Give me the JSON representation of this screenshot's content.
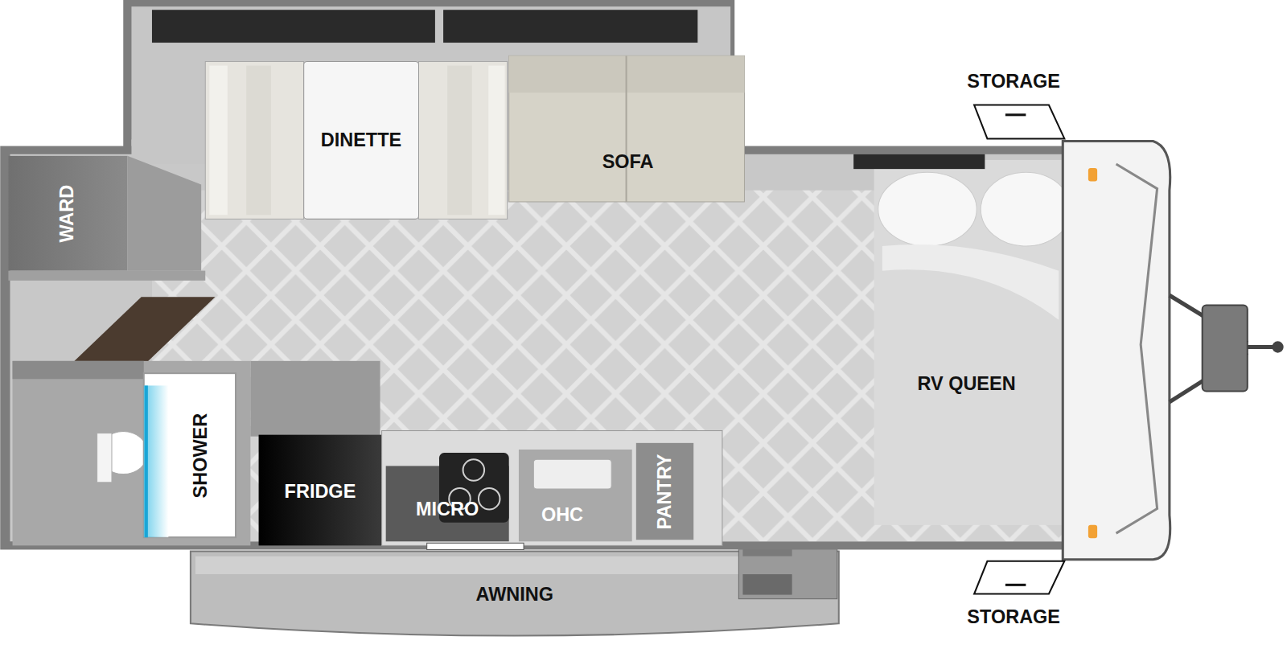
{
  "diagram": {
    "nodes": [
      {
        "text": [
          "WARD"
        ]
      },
      {
        "text": [
          "DINETTE"
        ]
      },
      {
        "text": [
          "SOFA"
        ]
      },
      {
        "text": [
          "STORAGE"
        ]
      },
      {
        "text": [
          "RV QUEEN"
        ]
      },
      {
        "text": [
          "SHOWER"
        ]
      },
      {
        "text": [
          "FRIDGE"
        ]
      },
      {
        "text": [
          "MICRO"
        ]
      },
      {
        "text": [
          "OHC"
        ]
      },
      {
        "text": [
          "PANTRY"
        ]
      },
      {
        "text": [
          "AWNING"
        ]
      },
      {
        "text": [
          "STORAGE"
        ]
      }
    ]
  }
}
